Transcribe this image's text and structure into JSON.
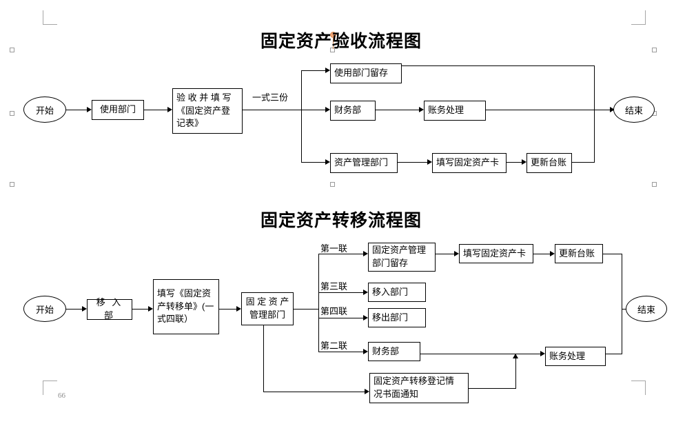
{
  "document": {
    "page_number": "66",
    "titles": {
      "chart1": "固定资产验收流程图",
      "chart2": "固定资产转移流程图"
    }
  },
  "chart1": {
    "name": "固定资产验收流程图",
    "nodes": {
      "start": "开始",
      "use_dept": "使用部门",
      "accept_fill": "验 收 并 填 写\n《固定资产登\n记表》",
      "branch_label": "一式三份",
      "use_dept_keep": "使用部门留存",
      "finance_dept": "财务部",
      "account_process": "账务处理",
      "asset_mgmt_dept": "资产管理部门",
      "fill_asset_card": "填写固定资产卡",
      "update_ledger": "更新台账",
      "end": "结束"
    }
  },
  "chart2": {
    "name": "固定资产转移流程图",
    "nodes": {
      "start": "开始",
      "move_in_dept": "移 入 部",
      "fill_transfer_form": "填写《固定资\n产转移单》(一\n式四联）",
      "asset_mgmt_dept": "固 定 资 产\n管理部门",
      "copy1_label": "第一联",
      "copy3_label": "第三联",
      "copy4_label": "第四联",
      "copy2_label": "第二联",
      "asset_mgmt_keep": "固定资产管理\n部门留存",
      "move_in_department": "移入部门",
      "move_out_department": "移出部门",
      "finance_dept": "财务部",
      "fill_asset_card": "填写固定资产卡",
      "update_ledger": "更新台账",
      "account_process": "账务处理",
      "written_notice": "固定资产转移登记情\n况书面通知",
      "end": "结束"
    }
  }
}
